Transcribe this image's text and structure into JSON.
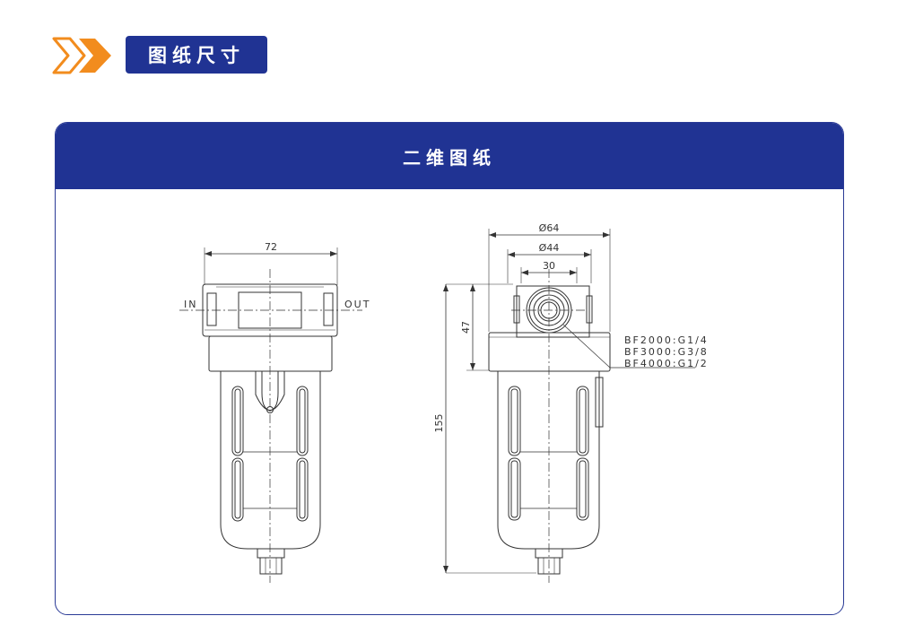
{
  "section": {
    "title": "图纸尺寸",
    "accent_color": "#F28C1E",
    "brand_color": "#203393"
  },
  "card": {
    "title": "二维图纸"
  },
  "front_view": {
    "width_dim": "72",
    "inlet_label": "IN",
    "outlet_label": "OUT"
  },
  "side_view": {
    "outer_dia": "Ø64",
    "inner_dia": "Ø44",
    "port_width": "30",
    "head_height": "47",
    "total_height": "155",
    "port_specs": [
      "BF2000:G1/4",
      "BF3000:G3/8",
      "BF4000:G1/2"
    ]
  }
}
